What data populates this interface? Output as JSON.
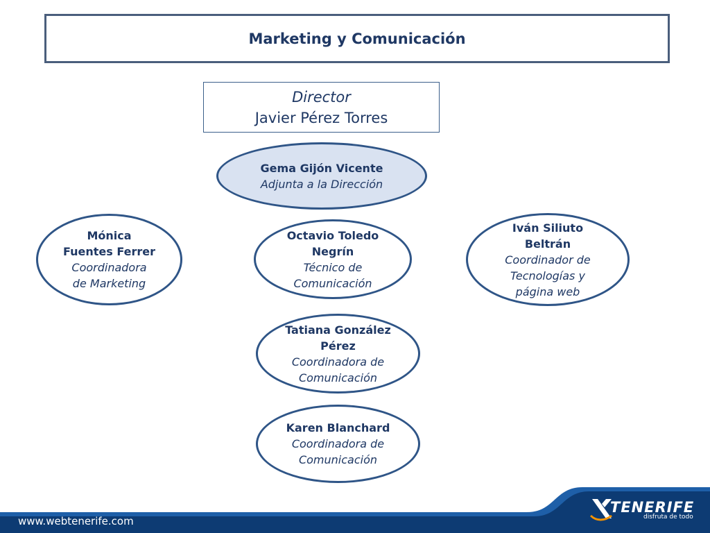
{
  "header": {
    "title": "Marketing y  Comunicación"
  },
  "director": {
    "role": "Director",
    "name": "Javier Pérez Torres"
  },
  "nodes": {
    "gema": {
      "name": "Gema Gijón Vicente",
      "role": "Adjunta a la Dirección"
    },
    "monica": {
      "name_1": "Mónica",
      "name_2": "Fuentes Ferrer",
      "role_1": "Coordinadora",
      "role_2": "de Marketing"
    },
    "octavio": {
      "name_1": "Octavio Toledo",
      "name_2": "Negrín",
      "role_1": "Técnico  de",
      "role_2": "Comunicación"
    },
    "ivan": {
      "name_1": "Iván Siliuto",
      "name_2": "Beltrán",
      "role_1": "Coordinador de",
      "role_2": "Tecnologías y",
      "role_3": "página web"
    },
    "tatiana": {
      "name_1": "Tatiana González",
      "name_2": "Pérez",
      "role_1": "Coordinadora de",
      "role_2": "Comunicación"
    },
    "karen": {
      "name": "Karen Blanchard",
      "role_1": "Coordinadora de",
      "role_2": "Comunicación"
    }
  },
  "footer": {
    "url": "www.webtenerife.com",
    "logo_text": "TENERIFE",
    "logo_tagline": "disfruta de todo"
  },
  "colors": {
    "title_text": "#1f3864",
    "node_border": "#2f5587",
    "node_fill_highlight": "#d9e2f1",
    "footer_dark": "#0d3b73",
    "footer_accent": "#1e5fa8",
    "logo_orange": "#f39200"
  }
}
